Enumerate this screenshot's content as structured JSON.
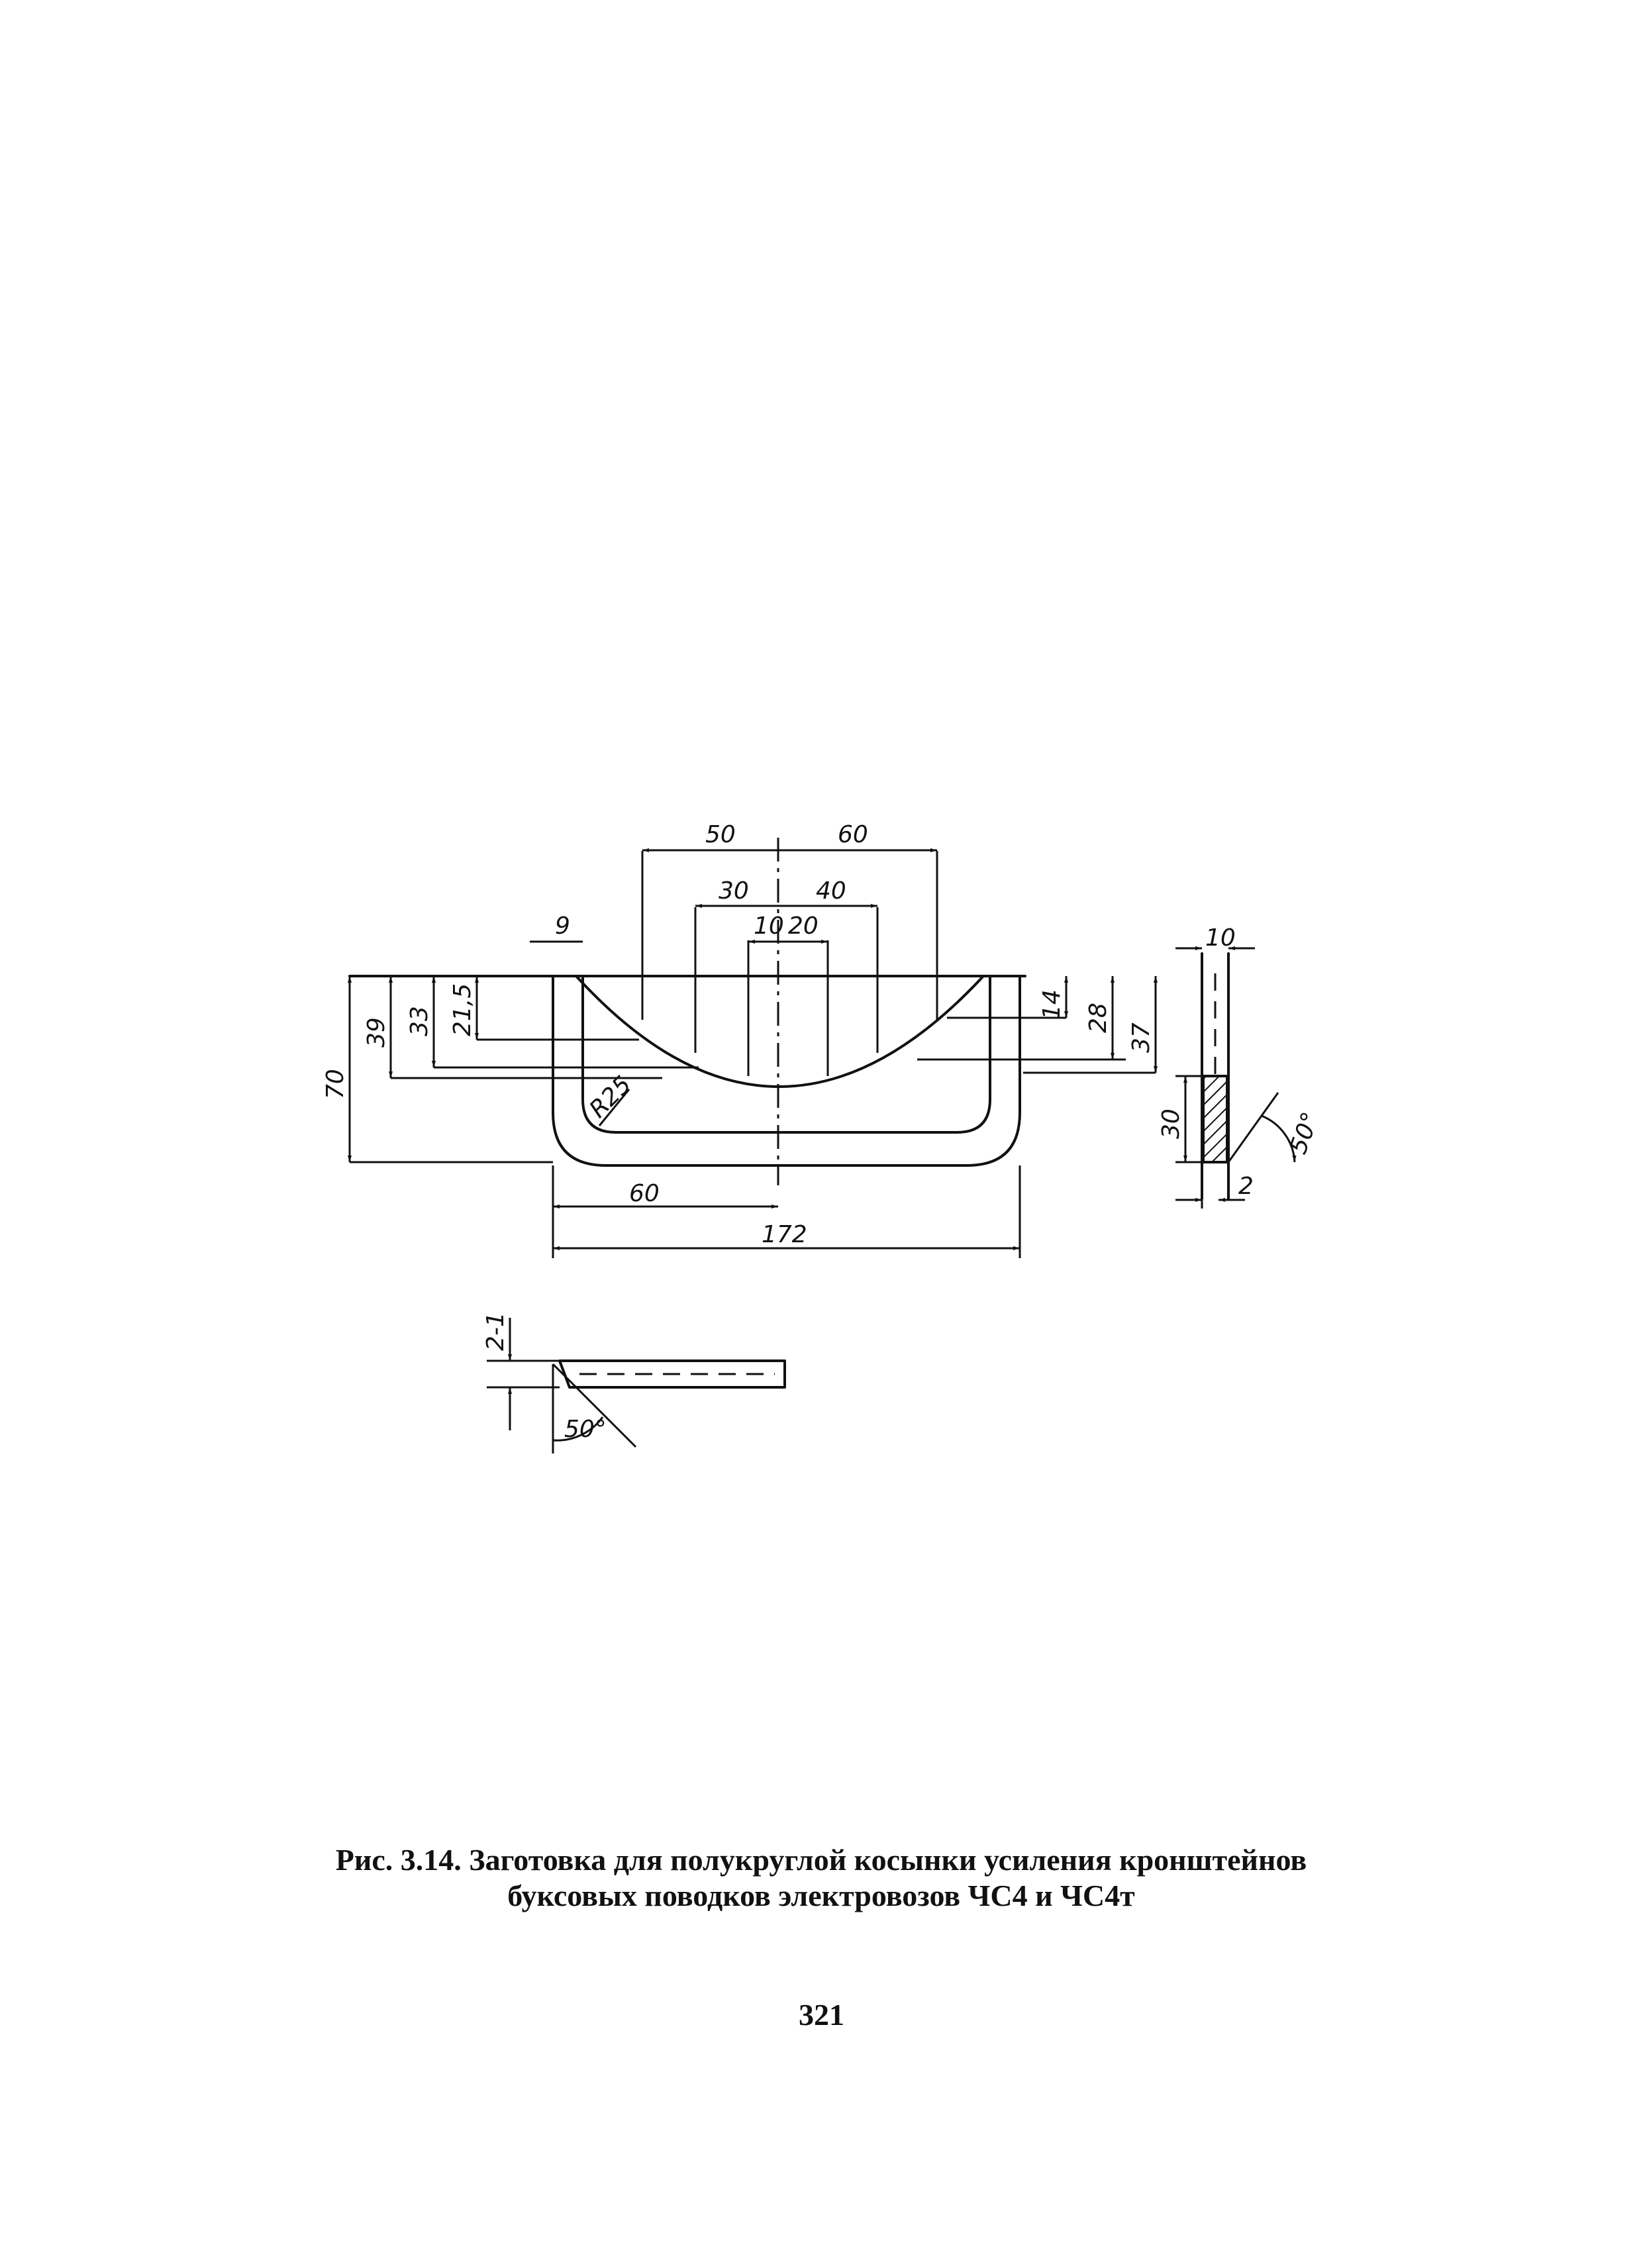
{
  "figure": {
    "dimensions": {
      "top_50": "50",
      "top_60": "60",
      "mid_30": "30",
      "mid_40": "40",
      "inner_10": "10",
      "inner_20": "20",
      "left_9": "9",
      "height_70": "70",
      "height_39": "39",
      "height_33": "33",
      "height_21_5": "21,5",
      "radius_r25": "R25",
      "height_14": "14",
      "height_28": "28",
      "height_37": "37",
      "bottom_60": "60",
      "bottom_172": "172",
      "section_10": "10",
      "section_30": "30",
      "section_2": "2",
      "section_angle": "50°",
      "detail_2_1": "2-1",
      "detail_angle": "50°"
    }
  },
  "caption": {
    "line1": "Рис. 3.14. Заготовка для полукруглой косынки усиления кронштейнов",
    "line2": "буксовых поводков электровозов ЧС4 и ЧС4т"
  },
  "page_number": "321"
}
